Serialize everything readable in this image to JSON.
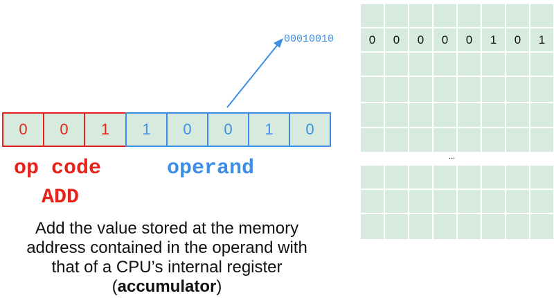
{
  "instruction": {
    "opcode_bits": [
      "0",
      "0",
      "1"
    ],
    "operand_bits": [
      "1",
      "0",
      "0",
      "1",
      "0"
    ],
    "opcode_label": "op code",
    "operand_label": "operand",
    "mnemonic": "ADD",
    "colors": {
      "opcode": "#e5231b",
      "operand": "#3d8ee6",
      "cell_fill": "#d6ebdd"
    }
  },
  "description": {
    "line_1": "Add the value stored at the memory",
    "line_2": "address contained in the operand with",
    "line_3": "that of a CPU’s internal register",
    "open_paren": "(",
    "emphasis": "accumulator",
    "close_paren": ")"
  },
  "memory": {
    "address_label": "00010010",
    "addressed_value_bits": [
      "0",
      "0",
      "0",
      "0",
      "0",
      "1",
      "0",
      "1"
    ],
    "ellipsis": "..."
  }
}
